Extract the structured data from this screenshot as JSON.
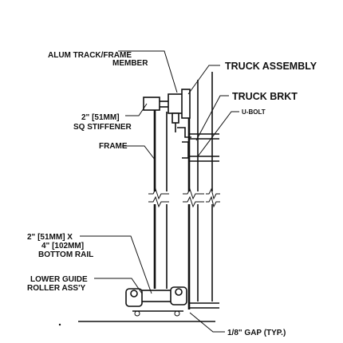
{
  "labels": {
    "alum_track_line1": "ALUM TRACK/FRAME",
    "alum_track_line2": "MEMBER",
    "truck_assembly": "TRUCK ASSEMBLY",
    "truck_brkt": "TRUCK BRKT",
    "u_bolt": "U-BOLT",
    "stiffener_line1": "2\" [51MM]",
    "stiffener_line2": "SQ STIFFENER",
    "frame": "FRAME",
    "bottom_rail_line1": "2\" [51MM] X",
    "bottom_rail_line2": "4\" [102MM]",
    "bottom_rail_line3": "BOTTOM RAIL",
    "lower_guide_line1": "LOWER GUIDE",
    "lower_guide_line2": "ROLLER ASS'Y",
    "gap": "1/8\" GAP (TYP.)"
  }
}
